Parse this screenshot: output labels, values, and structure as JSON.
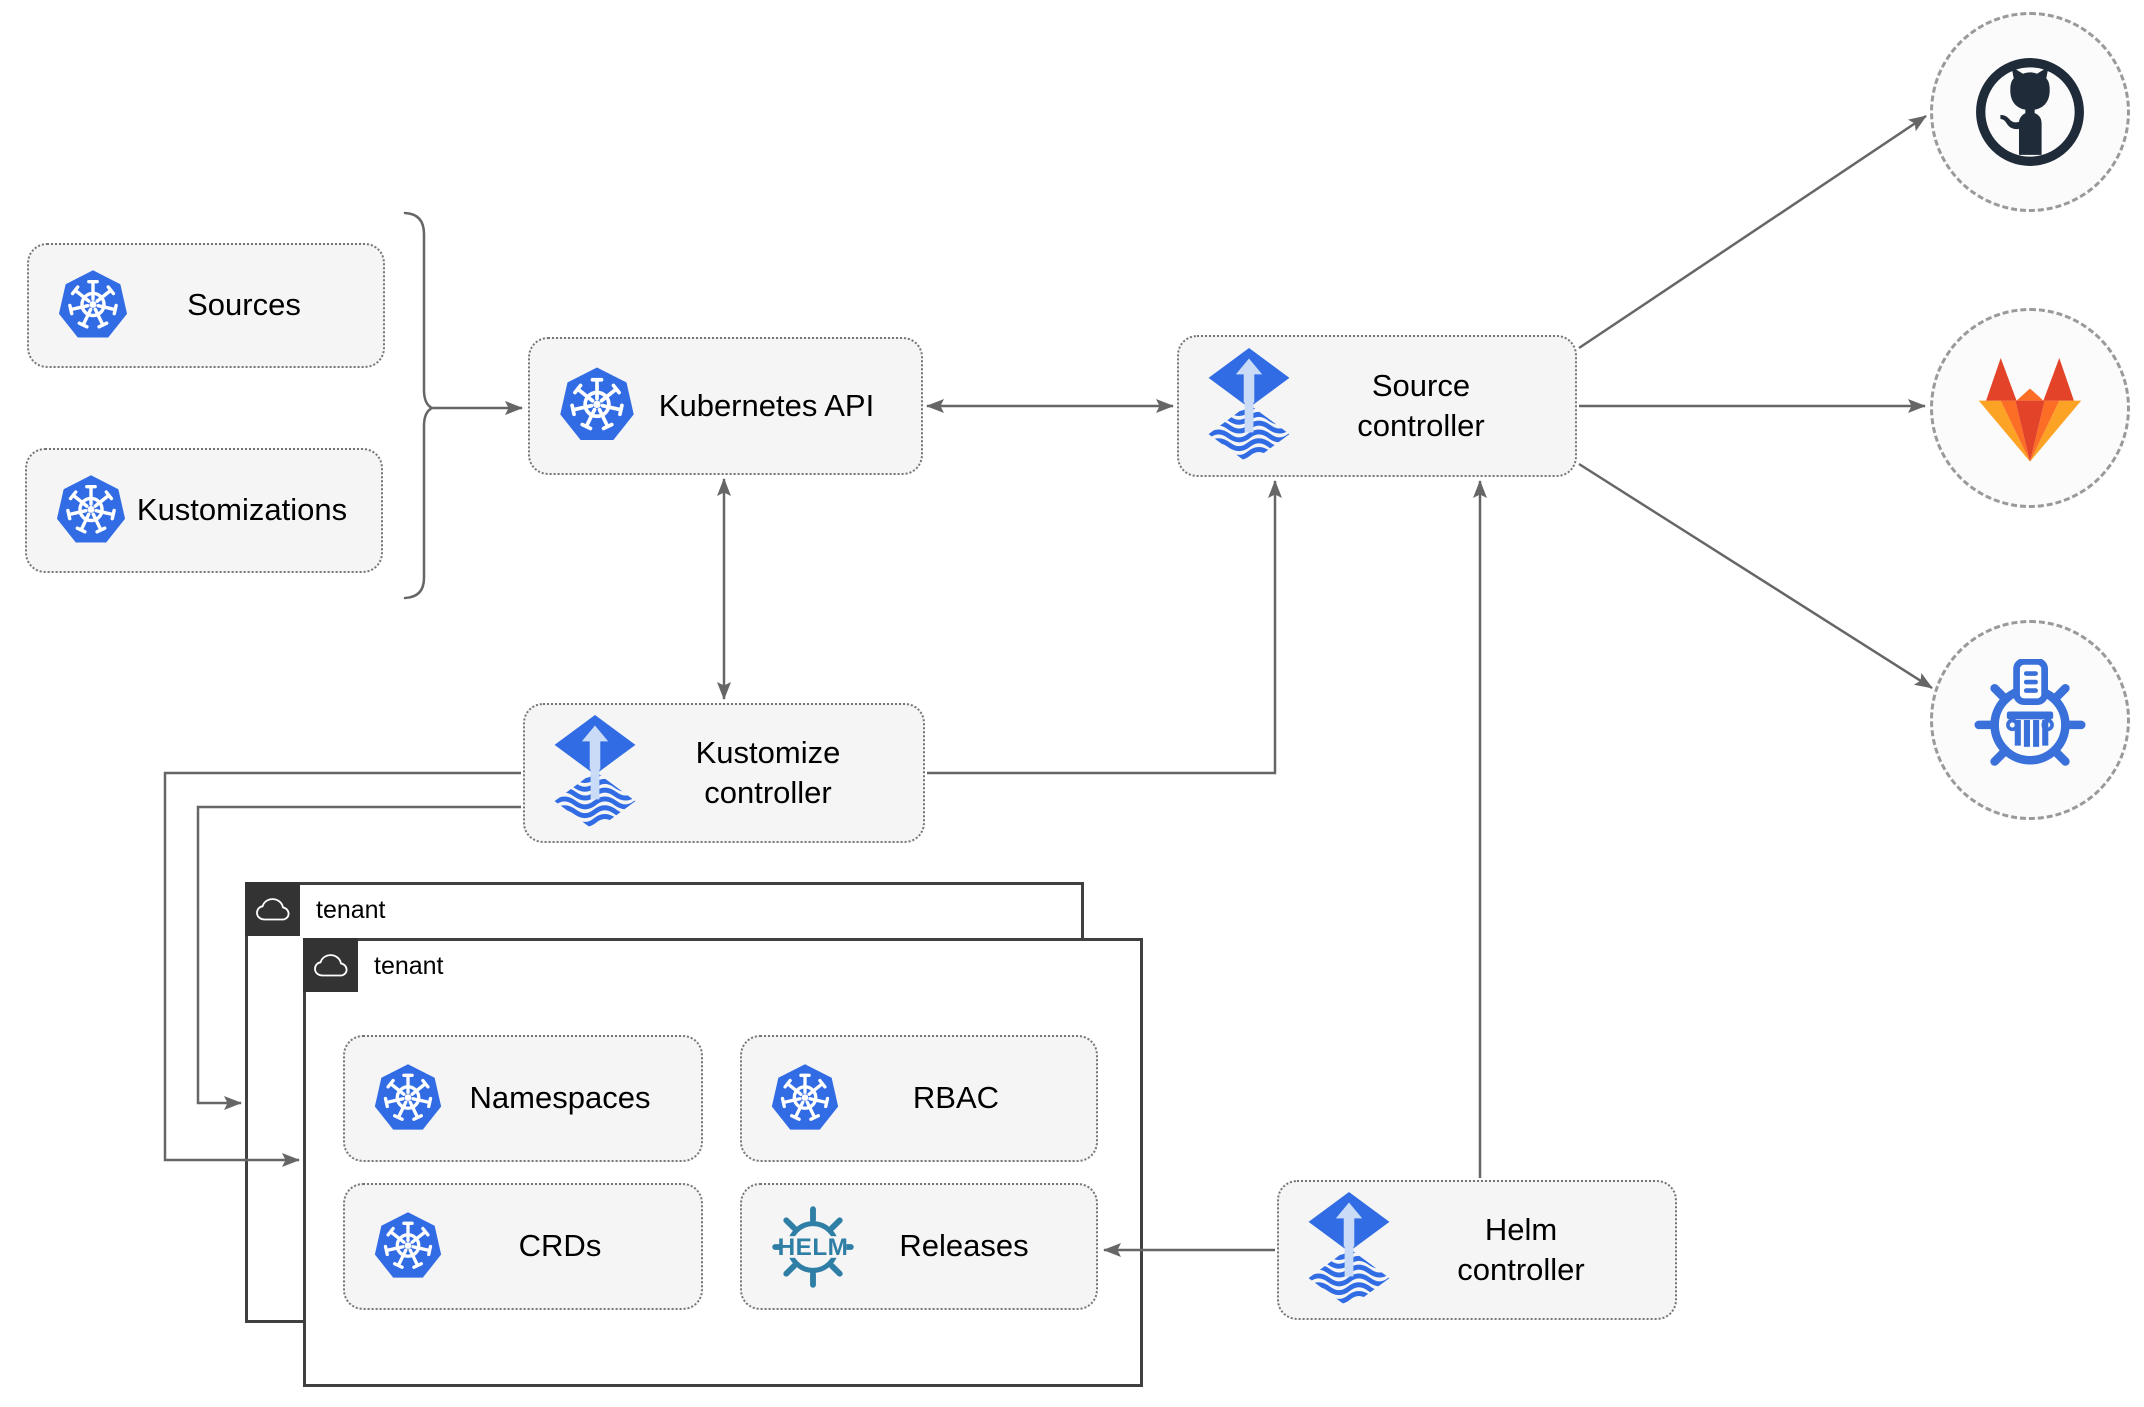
{
  "nodes": {
    "sources": "Sources",
    "kustomizations": "Kustomizations",
    "kubernetes_api": "Kubernetes API",
    "source_controller": "Source\ncontroller",
    "kustomize_controller": "Kustomize\ncontroller",
    "helm_controller": "Helm\ncontroller",
    "namespaces": "Namespaces",
    "rbac": "RBAC",
    "crds": "CRDs",
    "releases": "Releases"
  },
  "tenants": {
    "outer_label": "tenant",
    "inner_label": "tenant"
  },
  "icons": {
    "kubernetes": "kubernetes-icon",
    "flux": "flux-icon",
    "helm_wheel": "helm-icon",
    "helm_text": "HELM",
    "cloud": "cloud-icon",
    "github": "github-icon",
    "gitlab": "gitlab-icon",
    "chartmuseum": "chartmuseum-icon"
  },
  "colors": {
    "kubernetes_blue": "#326CE5",
    "flux_blue": "#316CE4",
    "flux_arrow_light": "#C9DBF7",
    "helm_teal": "#2E7EA6",
    "github_dark": "#1F2B38",
    "gitlab_red": "#E24329",
    "gitlab_orange": "#FC6D26",
    "gitlab_yellow": "#FCA326",
    "chartmuseum_blue": "#3A70D9",
    "connector": "#666666",
    "node_fill": "#F5F5F5"
  }
}
